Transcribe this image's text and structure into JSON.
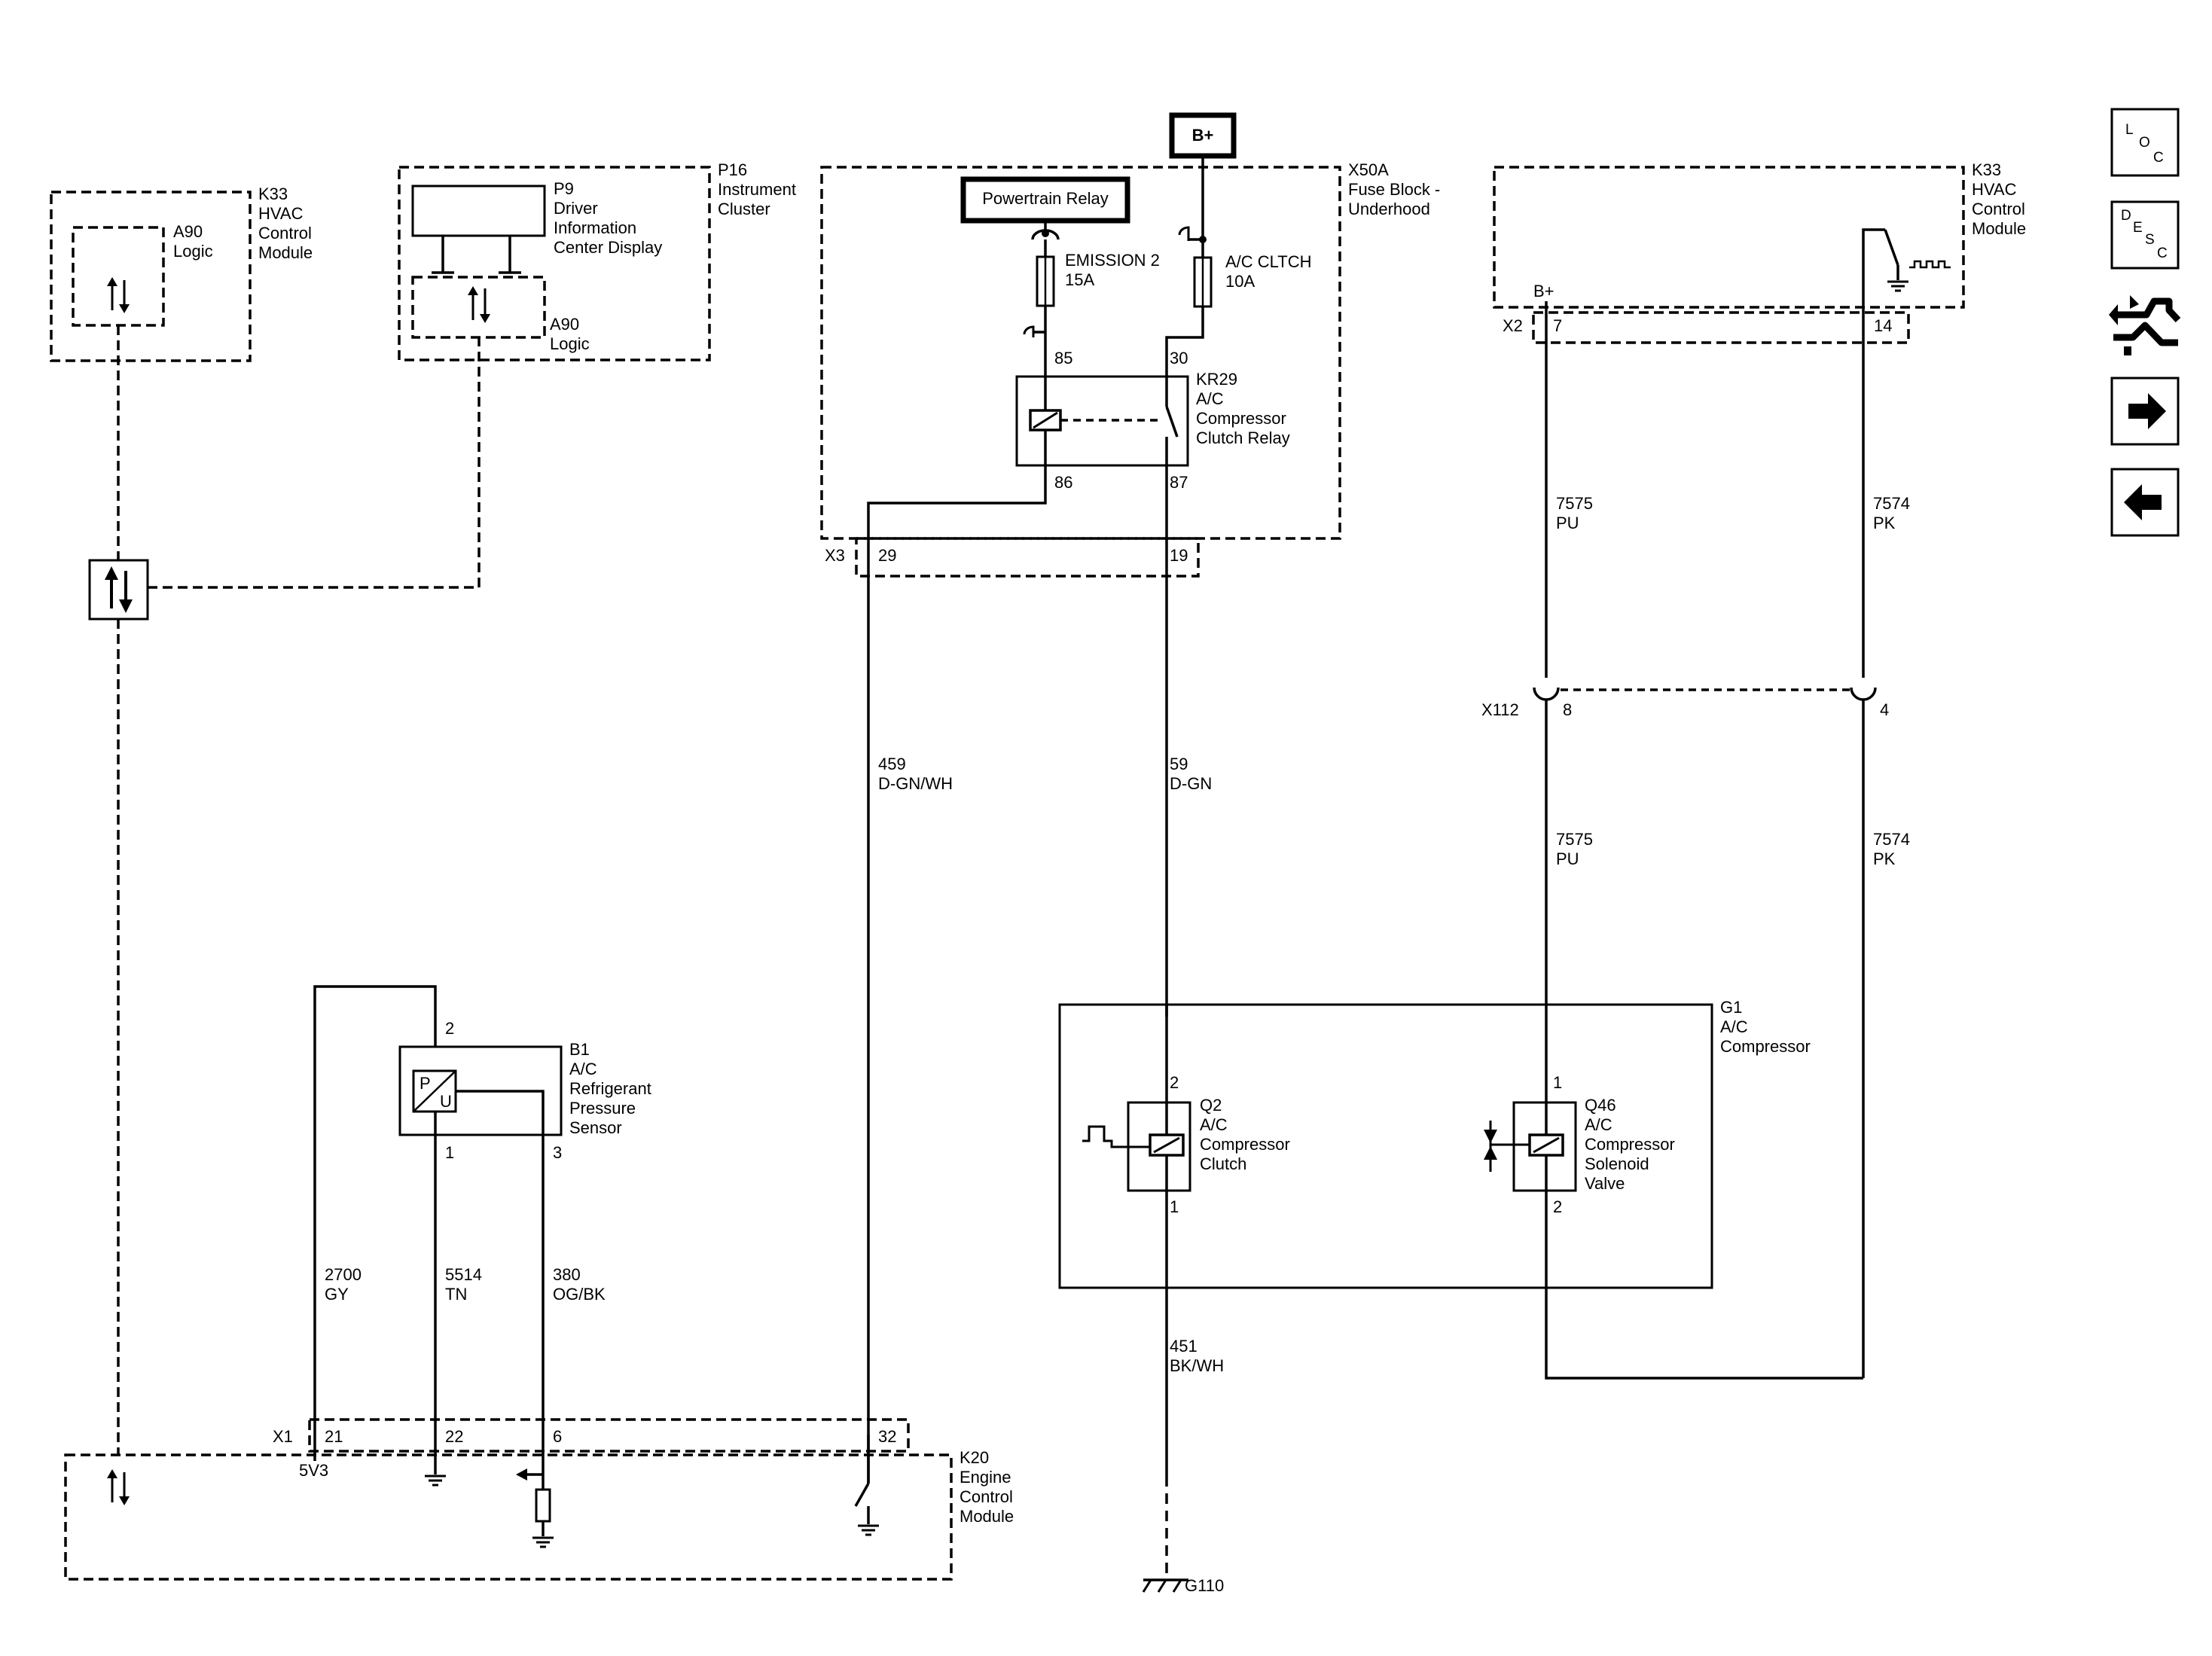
{
  "components": {
    "k33_left": {
      "ref": "K33",
      "l1": "HVAC",
      "l2": "Control",
      "l3": "Module"
    },
    "a90_left": {
      "ref": "A90",
      "l1": "Logic"
    },
    "p16": {
      "ref": "P16",
      "l1": "Instrument",
      "l2": "Cluster"
    },
    "p9": {
      "ref": "P9",
      "l1": "Driver",
      "l2": "Information",
      "l3": "Center Display"
    },
    "a90_p16": {
      "ref": "A90",
      "l1": "Logic"
    },
    "bplus_top": "B+",
    "x50a": {
      "ref": "X50A",
      "l1": "Fuse Block -",
      "l2": "Underhood"
    },
    "powertrain_relay": "Powertrain Relay",
    "fuse_emission": {
      "name": "EMISSION 2",
      "rating": "15A"
    },
    "fuse_ac": {
      "name": "A/C CLTCH",
      "rating": "10A"
    },
    "kr29": {
      "ref": "KR29",
      "l1": "A/C",
      "l2": "Compressor",
      "l3": "Clutch Relay"
    },
    "k33_right": {
      "ref": "K33",
      "l1": "HVAC",
      "l2": "Control",
      "l3": "Module"
    },
    "k33_bplus": "B+",
    "b1": {
      "ref": "B1",
      "l1": "A/C",
      "l2": "Refrigerant",
      "l3": "Pressure",
      "l4": "Sensor",
      "p": "P",
      "u": "U"
    },
    "g1": {
      "ref": "G1",
      "l1": "A/C",
      "l2": "Compressor"
    },
    "q2": {
      "ref": "Q2",
      "l1": "A/C",
      "l2": "Compressor",
      "l3": "Clutch"
    },
    "q46": {
      "ref": "Q46",
      "l1": "A/C",
      "l2": "Compressor",
      "l3": "Solenoid",
      "l4": "Valve"
    },
    "k20": {
      "ref": "K20",
      "l1": "Engine",
      "l2": "Control",
      "l3": "Module"
    },
    "k20_5v3": "5V3",
    "g110": "G110"
  },
  "connectors": {
    "x3": "X3",
    "x2": "X2",
    "x112": "X112",
    "x1": "X1"
  },
  "pins": {
    "kr29_85": "85",
    "kr29_30": "30",
    "kr29_86": "86",
    "kr29_87": "87",
    "x3_29": "29",
    "x3_19": "19",
    "x2_7": "7",
    "x2_14": "14",
    "x112_8": "8",
    "x112_4": "4",
    "b1_2": "2",
    "b1_1": "1",
    "b1_3": "3",
    "q2_2": "2",
    "q2_1": "1",
    "q46_1": "1",
    "q46_2": "2",
    "x1_21": "21",
    "x1_22": "22",
    "x1_6": "6",
    "x1_32": "32"
  },
  "wires": {
    "w459": {
      "circuit": "459",
      "color": "D-GN/WH"
    },
    "w59": {
      "circuit": "59",
      "color": "D-GN"
    },
    "w7575a": {
      "circuit": "7575",
      "color": "PU"
    },
    "w7574a": {
      "circuit": "7574",
      "color": "PK"
    },
    "w7575b": {
      "circuit": "7575",
      "color": "PU"
    },
    "w7574b": {
      "circuit": "7574",
      "color": "PK"
    },
    "w2700": {
      "circuit": "2700",
      "color": "GY"
    },
    "w5514": {
      "circuit": "5514",
      "color": "TN"
    },
    "w380": {
      "circuit": "380",
      "color": "OG/BK"
    },
    "w451": {
      "circuit": "451",
      "color": "BK/WH"
    }
  },
  "nav": {
    "loc": {
      "a": "L",
      "b": "O",
      "c": "C"
    },
    "desc": {
      "a": "D",
      "b": "E",
      "c": "S",
      "d": "C"
    }
  }
}
